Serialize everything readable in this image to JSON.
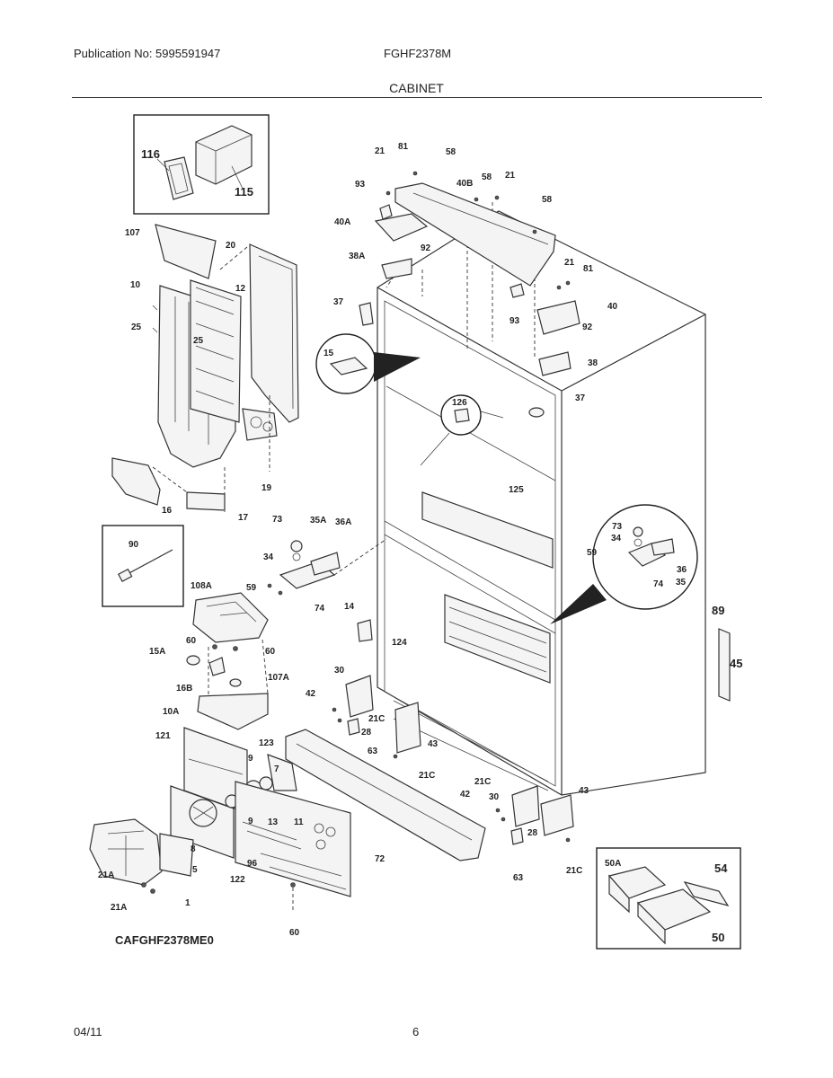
{
  "header": {
    "publication": "Publication No: 5995591947",
    "model": "FGHF2378M",
    "section": "CABINET"
  },
  "footer": {
    "date": "04/11",
    "page": "6"
  },
  "diagram": {
    "code": "CAFGHF2378ME0",
    "labels": {
      "l116": "116",
      "l115": "115",
      "l107": "107",
      "l20": "20",
      "l10": "10",
      "l12": "12",
      "l25a": "25",
      "l25b": "25",
      "l19": "19",
      "l16": "16",
      "l17": "17",
      "l90": "90",
      "l108A": "108A",
      "l60a": "60",
      "l60b": "60",
      "l15A": "15A",
      "l16B": "16B",
      "l107A": "107A",
      "l10A": "10A",
      "l121": "121",
      "l123": "123",
      "l9a": "9",
      "l9b": "9",
      "l7": "7",
      "l13": "13",
      "l11": "11",
      "l8": "8",
      "l5": "5",
      "l96": "96",
      "l122": "122",
      "l1": "1",
      "l21Aa": "21A",
      "l21Ab": "21A",
      "l60c": "60",
      "l72": "72",
      "l73": "73",
      "l35A": "35A",
      "l36A": "36A",
      "l34": "34",
      "l59": "59",
      "l74": "74",
      "l14": "14",
      "l30": "30",
      "l42": "42",
      "l21Ca": "21C",
      "l28": "28",
      "l63": "63",
      "l43": "43",
      "l21Cb": "21C",
      "l124": "124",
      "l125": "125",
      "l126": "126",
      "l15": "15",
      "l37a": "37",
      "l37b": "37",
      "l38A": "38A",
      "l40A": "40A",
      "l92a": "92",
      "l93a": "93",
      "l21a": "21",
      "l81a": "81",
      "l58a": "58",
      "l40B": "40B",
      "l58b": "58",
      "l21b": "21",
      "l58c": "58",
      "l93b": "93",
      "l21c": "21",
      "l81b": "81",
      "l40": "40",
      "l92b": "92",
      "l38": "38",
      "l73b": "73",
      "l34b": "34",
      "l59b": "59",
      "l36": "36",
      "l74b": "74",
      "l35": "35",
      "l89": "89",
      "l45": "45",
      "l21Cc": "21C",
      "l42b": "42",
      "l30b": "30",
      "l43b": "43",
      "l28b": "28",
      "l63b": "63",
      "l21Cd": "21C",
      "l50A": "50A",
      "l54": "54",
      "l50": "50"
    }
  }
}
